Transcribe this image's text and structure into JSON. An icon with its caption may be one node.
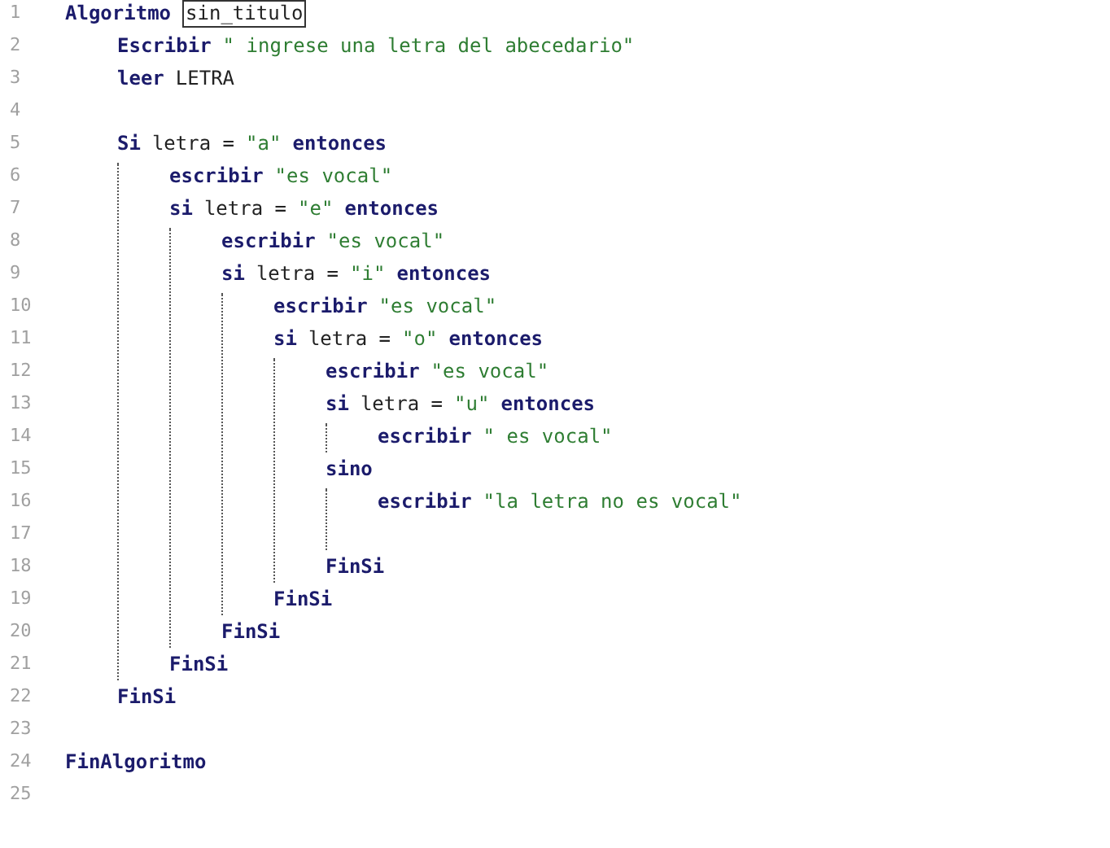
{
  "diagram": {
    "labels": [
      "1",
      "Algoritmo",
      "sin_titulo",
      "2",
      "Escribir",
      "\" ingrese una letra del abecedario\"",
      "3",
      "leer",
      "LETRA",
      "4",
      "5",
      "Si",
      "letra =",
      "\"a\"",
      "entonces",
      "6",
      "escribir",
      "\"es vocal\"",
      "7",
      "si",
      "letra =",
      "\"e\"",
      "entonces",
      "8",
      "escribir",
      "\"es vocal\"",
      "9",
      "si",
      "letra =",
      "\"i\"",
      "entonces",
      "10",
      "escribir",
      "\"es vocal\"",
      "11",
      "si",
      "letra =",
      "\"o\"",
      "entonces",
      "12",
      "escribir",
      "\"es vocal\"",
      "13",
      "si",
      "letra =",
      "\"u\"",
      "entonces",
      "14",
      "escribir",
      "\" es vocal\"",
      "15",
      "sino",
      "16",
      "escribir",
      "\"la letra no es vocal\"",
      "17",
      "18",
      "FinSi",
      "19",
      "FinSi",
      "20",
      "FinSi",
      "21",
      "FinSi",
      "22",
      "FinSi",
      "23",
      "24",
      "FinAlgoritmo",
      "25"
    ]
  }
}
